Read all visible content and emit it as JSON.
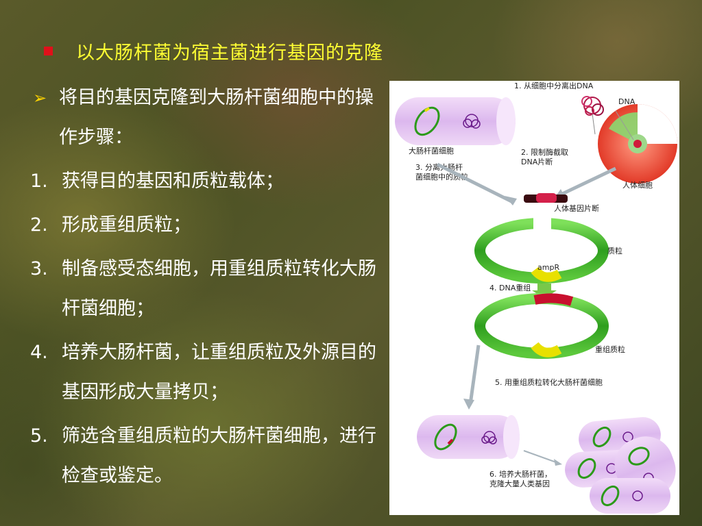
{
  "slide": {
    "title": "以大肠杆菌为宿主菌进行基因的克隆",
    "intro": "将目的基因克隆到大肠杆菌细胞中的操作步骤：",
    "steps": [
      {
        "num": "1.",
        "text": "获得目的基因和质粒载体；"
      },
      {
        "num": "2.",
        "text": "形成重组质粒；"
      },
      {
        "num": "3.",
        "text": "制备感受态细胞，用重组质粒转化大肠杆菌细胞；"
      },
      {
        "num": "4.",
        "text": "培养大肠杆菌，让重组质粒及外源目的基因形成大量拷贝；"
      },
      {
        "num": "5.",
        "text": "筛选含重组质粒的大肠杆菌细胞，进行检查或鉴定。"
      }
    ]
  },
  "figure": {
    "step1": "1. 从细胞中分离出DNA",
    "dna": "DNA",
    "ecoli": "大肠杆菌细胞",
    "step2_line1": "2. 限制酶截取",
    "step2_line2": "DNA片断",
    "step3_line1": "3. 分离大肠杆",
    "step3_line2": "菌细胞中的质粒",
    "human_cell": "人体细胞",
    "human_gene": "人体基因片断",
    "plasmid": "质粒",
    "ampr": "ampR",
    "step4": "4. DNA重组",
    "recombinant": "重组质粒",
    "step5": "5. 用重组质粒转化大肠杆菌细胞",
    "step6_line1": "6. 培养大肠杆菌，",
    "step6_line2": "克隆大量人类基因"
  },
  "colors": {
    "title": "#ffff33",
    "bullet": "#e0101a",
    "arrow": "#ffd400",
    "plasmid_green": "#3fbf2a",
    "ampr_yellow": "#e8e000",
    "gene_red": "#c8102e",
    "cell_purple": "#e6c6f2"
  }
}
